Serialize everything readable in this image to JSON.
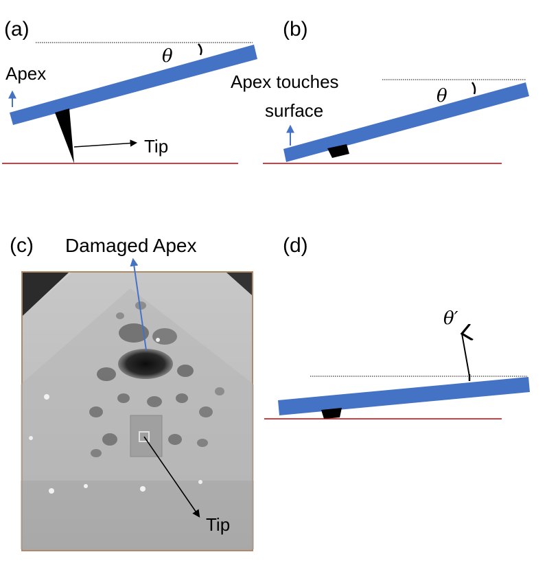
{
  "panels": {
    "a": {
      "label": "(a)",
      "apex": "Apex",
      "tip": "Tip",
      "angle": "θ"
    },
    "b": {
      "label": "(b)",
      "apex_line1": "Apex touches",
      "apex_line2": "surface",
      "angle": "θ"
    },
    "c": {
      "label": "(c)",
      "apex": "Damaged Apex",
      "tip": "Tip"
    },
    "d": {
      "label": "(d)",
      "angle": "θ′"
    }
  },
  "colors": {
    "cantilever": "#4472c4",
    "surface": "#c00000",
    "tip": "#000000",
    "reference_line": "#000000"
  }
}
